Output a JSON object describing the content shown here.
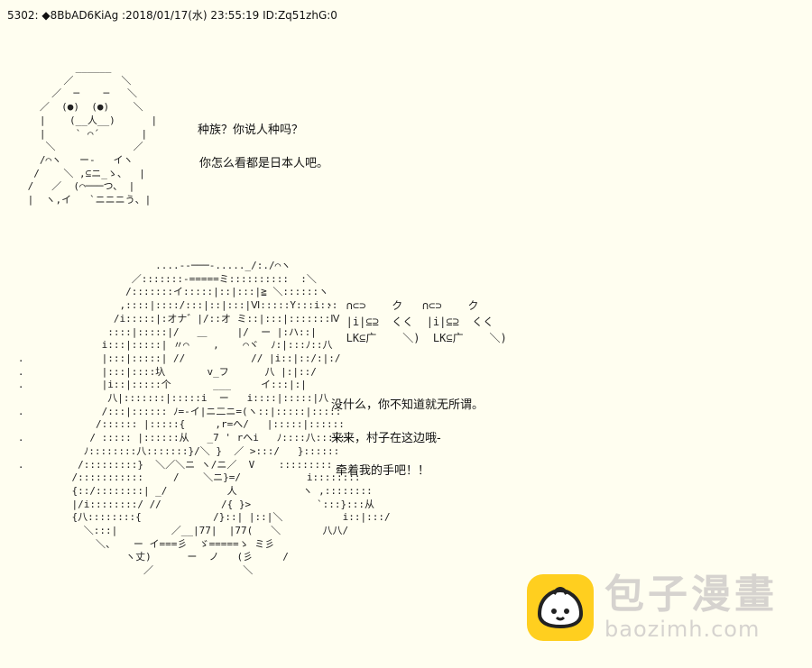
{
  "post_header": "5302: ◆8BbAD6KiAg :2018/01/17(水) 23:55:19 ID:Zq51zhG:0",
  "art_top": "         ______\n       ／        ＼\n     ／  ─    ─   ＼\n   ／  (●)  (●)    ＼\n   |    (__人__)      |\n   |     ` ⌒´       |\n    ＼             ／\n   /⌒ヽ   ー-   イヽ\n  /    ＼ ,⊆ニ_ゝ、  |\n /   ／  (⌒───つ、 |\n |  ヽ,イ   `ニニニう、|",
  "art_girl": "                          ....-‐───-....._/:./⌒ヽ\n                      ／:::::::-=====ミ::::::::::  :＼\n                     /:::::::イ:::::|::|:::|≧ ＼::::::ヽ\n                    ,::::|::::/:::|::|:::|Ⅵ:::::Y:::i:::\n                   /i:::::|:オナ゛|/::オ ミ::|:::|:::::::Ⅳ\n                  ::::|:::::|/   ＿     |/  ー |:ハ::|\n                 i:::|:::::| 〃⌒    ,    ⌒ヾ  ﾉ:|:::ﾉ::八\n   .             |:::|:::::| //           // |i::|::/:|:/\n   .             |:::|::::圦       v_フ      八 |:|::/\n   .             |i::|:::::个       ___     イ:::|:|\n                  八|:::::::|:::::i  ー   i::::|:::::|八\n   .             /:::|:::::: ﾉ=-イ|ニ二ニ=(ヽ::|:::::|:::::\n                /:::::: |:::::{     ,r=へ/   |:::::|::::::\n   .           / ::::: |::::::从   _7 ' rへi   ﾉ::::八::::::\n              ﾉ::::::::八:::::::}/＼ }  ／ >:::/   }::::::\n   .         /:::::::::}  ＼／＼ニ ヽ/ニ／  V    :::::::::\n            /:::::::::::     /    ＼ニ}=/           i::::::::\n            {::/::::::::| _/          人           ヽ ,::::::::\n            |/i::::::::/ //          /{ }>           `:::}:::从\n            {八::::::::{            /}::| |::|＼          i::|:::/\n              ＼:::|         ／__|77|  |77(   ＼       八八/\n                ＼、   ー イ===彡  ゞ=====ゝ ミ彡\n                     ヽ丈)      ー  ノ   (彡     /\n                        ／               ＼",
  "art_symbols": "·  ∩⊂⊃    ク   ∩⊂⊃    ク\n   |i|⊆⊇  くく  |i|⊆⊇  くく\n   LK⊆广    ＼)  LK⊆广    ＼)",
  "lines": {
    "l1": "种族？你说人种吗？",
    "l2": "你怎么看都是日本人吧。",
    "l3": "没什么，你不知道就无所谓。",
    "l4": "来来，村子在这边哦-",
    "l5": "牵着我的手吧！！"
  },
  "watermark": {
    "cn": "包子漫畫",
    "en": "baozimh.com",
    "logo_color": "#ffcf1f"
  }
}
